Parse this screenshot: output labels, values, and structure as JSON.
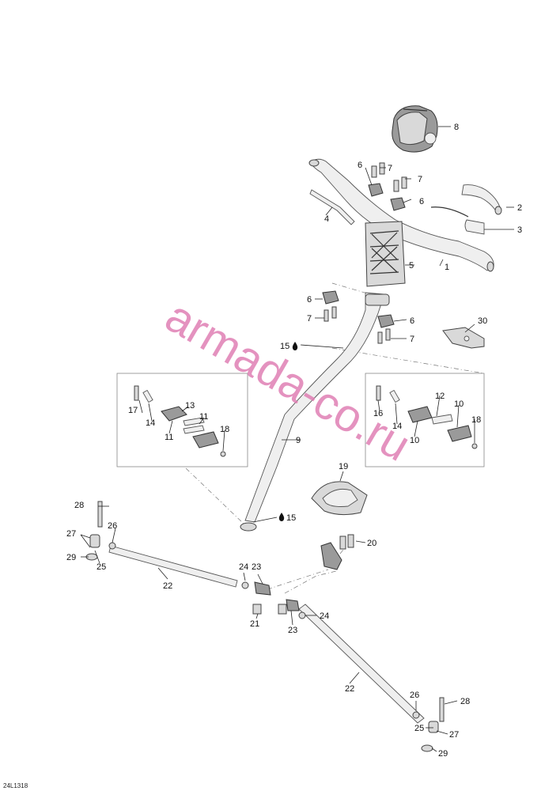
{
  "diagram_code": "24L1318",
  "watermark": "armada-co.ru",
  "callouts": [
    {
      "id": "c1",
      "label": "1"
    },
    {
      "id": "c2",
      "label": "2"
    },
    {
      "id": "c3",
      "label": "3"
    },
    {
      "id": "c4",
      "label": "4"
    },
    {
      "id": "c5",
      "label": "5"
    },
    {
      "id": "c6a",
      "label": "6"
    },
    {
      "id": "c6b",
      "label": "6"
    },
    {
      "id": "c6c",
      "label": "6"
    },
    {
      "id": "c6d",
      "label": "6"
    },
    {
      "id": "c7a",
      "label": "7"
    },
    {
      "id": "c7b",
      "label": "7"
    },
    {
      "id": "c7c",
      "label": "7"
    },
    {
      "id": "c7d",
      "label": "7"
    },
    {
      "id": "c8",
      "label": "8"
    },
    {
      "id": "c9",
      "label": "9"
    },
    {
      "id": "c10a",
      "label": "10"
    },
    {
      "id": "c10b",
      "label": "10"
    },
    {
      "id": "c11a",
      "label": "11"
    },
    {
      "id": "c11b",
      "label": "11"
    },
    {
      "id": "c12",
      "label": "12"
    },
    {
      "id": "c13",
      "label": "13"
    },
    {
      "id": "c14a",
      "label": "14"
    },
    {
      "id": "c14b",
      "label": "14"
    },
    {
      "id": "c15a",
      "label": "15"
    },
    {
      "id": "c15b",
      "label": "15"
    },
    {
      "id": "c16",
      "label": "16"
    },
    {
      "id": "c17",
      "label": "17"
    },
    {
      "id": "c18a",
      "label": "18"
    },
    {
      "id": "c18b",
      "label": "18"
    },
    {
      "id": "c19",
      "label": "19"
    },
    {
      "id": "c20",
      "label": "20"
    },
    {
      "id": "c21",
      "label": "21"
    },
    {
      "id": "c22a",
      "label": "22"
    },
    {
      "id": "c22b",
      "label": "22"
    },
    {
      "id": "c23a",
      "label": "23"
    },
    {
      "id": "c23b",
      "label": "23"
    },
    {
      "id": "c24a",
      "label": "24"
    },
    {
      "id": "c24b",
      "label": "24"
    },
    {
      "id": "c25a",
      "label": "25"
    },
    {
      "id": "c25b",
      "label": "25"
    },
    {
      "id": "c26a",
      "label": "26"
    },
    {
      "id": "c26b",
      "label": "26"
    },
    {
      "id": "c27a",
      "label": "27"
    },
    {
      "id": "c27b",
      "label": "27"
    },
    {
      "id": "c28a",
      "label": "28"
    },
    {
      "id": "c28b",
      "label": "28"
    },
    {
      "id": "c29a",
      "label": "29"
    },
    {
      "id": "c29b",
      "label": "29"
    },
    {
      "id": "c30",
      "label": "30"
    }
  ]
}
